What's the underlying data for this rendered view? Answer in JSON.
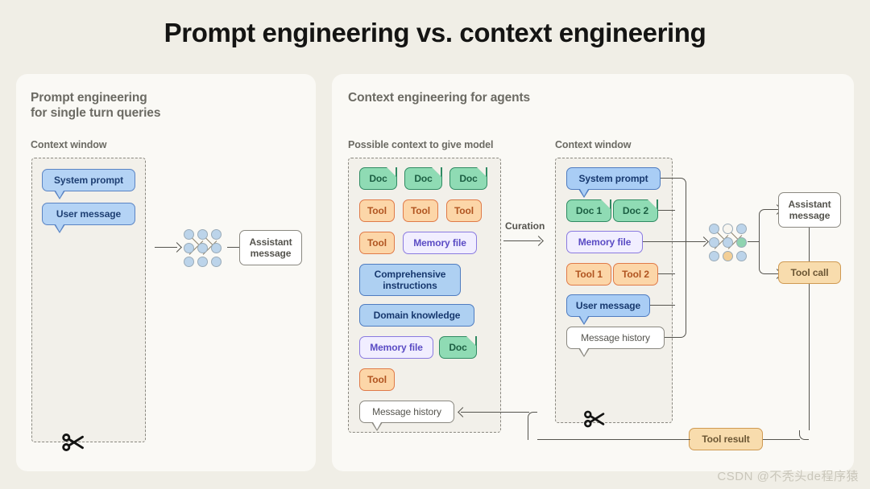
{
  "page": {
    "title": "Prompt engineering vs. context engineering",
    "background_color": "#f0eee6",
    "panel_color": "#faf9f5",
    "watermark": "CSDN @不秃头de程序猿"
  },
  "colors": {
    "blue_fill": "#b4d3f5",
    "blue_border": "#5a84c4",
    "green_fill": "#8fdbb4",
    "green_border": "#2f8a62",
    "orange_fill": "#fcd6a8",
    "orange_border": "#e07a48",
    "orange_call_fill": "#f8dcad",
    "orange_call_border": "#cf9a52",
    "purple_fill": "#f1eeff",
    "purple_border": "#8a7ae0",
    "white_fill": "#ffffff",
    "neutral_border": "#8a8880",
    "text_muted": "#6b6a63"
  },
  "left_panel": {
    "title_line1": "Prompt engineering",
    "title_line2": "for single turn queries",
    "context_window_label": "Context window",
    "cards": [
      {
        "label": "System prompt",
        "style": "blue-bubble"
      },
      {
        "label": "User message",
        "style": "blue-bubble"
      }
    ],
    "model_icon": "neural-network-icon",
    "output": {
      "line1": "Assistant",
      "line2": "message",
      "style": "white-box"
    },
    "scissors_icon": "scissors-icon"
  },
  "right_panel": {
    "title": "Context engineering for agents",
    "possible_context_label": "Possible context to give model",
    "context_window_label": "Context window",
    "curation_label": "Curation",
    "possible_context_cards": [
      {
        "label": "Doc",
        "style": "green-doc"
      },
      {
        "label": "Doc",
        "style": "green-doc"
      },
      {
        "label": "Doc",
        "style": "green-doc"
      },
      {
        "label": "Tool",
        "style": "orange"
      },
      {
        "label": "Tool",
        "style": "orange"
      },
      {
        "label": "Tool",
        "style": "orange"
      },
      {
        "label": "Tool",
        "style": "orange"
      },
      {
        "label": "Memory file",
        "style": "purple"
      },
      {
        "label": "Comprehensive instructions",
        "style": "blue-flat"
      },
      {
        "label": "Domain knowledge",
        "style": "blue-flat"
      },
      {
        "label": "Memory file",
        "style": "purple"
      },
      {
        "label": "Doc",
        "style": "green-doc"
      },
      {
        "label": "Tool",
        "style": "orange"
      },
      {
        "label": "Message history",
        "style": "white-bubble"
      }
    ],
    "context_window_cards": [
      {
        "label": "System prompt",
        "style": "blue-bubble"
      },
      {
        "label": "Doc 1",
        "style": "green-doc"
      },
      {
        "label": "Doc 2",
        "style": "green-doc"
      },
      {
        "label": "Memory file",
        "style": "purple"
      },
      {
        "label": "Tool 1",
        "style": "orange"
      },
      {
        "label": "Tool 2",
        "style": "orange"
      },
      {
        "label": "User message",
        "style": "blue-bubble"
      },
      {
        "label": "Message history",
        "style": "white-bubble"
      }
    ],
    "model_icon": "neural-network-icon",
    "outputs": [
      {
        "line1": "Assistant",
        "line2": "message",
        "style": "white-box"
      },
      {
        "line1": "Tool call",
        "line2": "",
        "style": "orange-filled"
      }
    ],
    "tool_result": {
      "label": "Tool result",
      "style": "orange-filled"
    },
    "scissors_icon": "scissors-icon"
  }
}
